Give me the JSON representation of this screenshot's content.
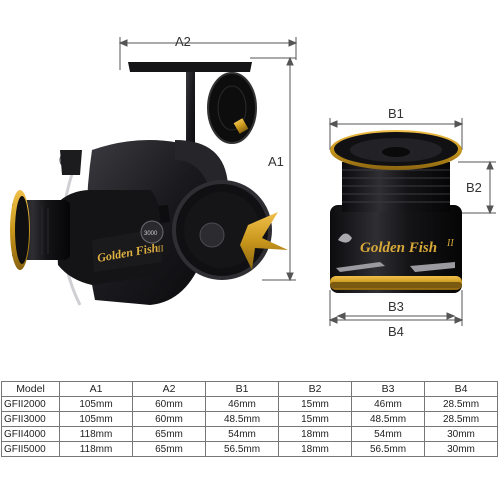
{
  "dimension_labels": {
    "a1": "A1",
    "a2": "A2",
    "b1": "B1",
    "b2": "B2",
    "b3": "B3",
    "b4": "B4"
  },
  "product": {
    "brand_text": "Golden Fish",
    "series_mark": "II",
    "model_badge": "3000",
    "colors": {
      "body": "#1a1a1c",
      "accent_gold": "#c9971c",
      "handle_knob": "#0d0d0d"
    }
  },
  "spec_table": {
    "headers": [
      "Model",
      "A1",
      "A2",
      "B1",
      "B2",
      "B3",
      "B4"
    ],
    "rows": [
      [
        "GFII2000",
        "105mm",
        "60mm",
        "46mm",
        "15mm",
        "46mm",
        "28.5mm"
      ],
      [
        "GFII3000",
        "105mm",
        "60mm",
        "48.5mm",
        "15mm",
        "48.5mm",
        "28.5mm"
      ],
      [
        "GFII4000",
        "118mm",
        "65mm",
        "54mm",
        "18mm",
        "54mm",
        "30mm"
      ],
      [
        "GFII5000",
        "118mm",
        "65mm",
        "56.5mm",
        "18mm",
        "56.5mm",
        "30mm"
      ]
    ]
  }
}
